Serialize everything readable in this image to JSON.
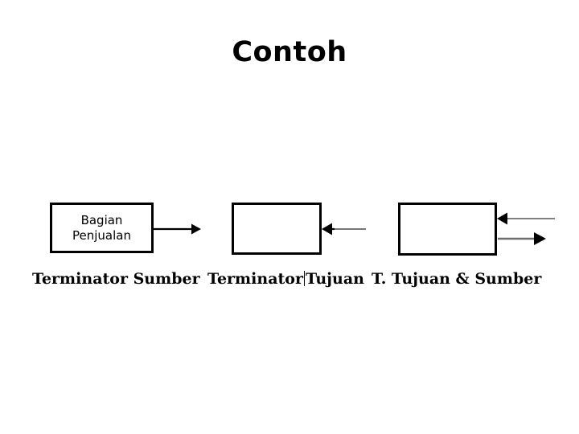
{
  "slide": {
    "title": "Contoh",
    "background_color": "#ffffff",
    "ink_color": "#000000",
    "connector_gray": "#808080"
  },
  "diagram": {
    "boxes": [
      {
        "id": "terminator-sumber",
        "line1": "Bagian",
        "line2": "Penjualan",
        "caption": "Terminator Sumber",
        "arrows": [
          "outgoing-right"
        ]
      },
      {
        "id": "terminator-tujuan",
        "line1": "",
        "line2": "",
        "caption_before_caret": "Terminator",
        "caption_after_caret": "Tujuan",
        "caption": "Terminator Tujuan",
        "arrows": [
          "incoming-from-right"
        ]
      },
      {
        "id": "terminator-tujuan-sumber",
        "line1": "",
        "line2": "",
        "caption": "T. Tujuan & Sumber",
        "arrows": [
          "incoming-from-right",
          "outgoing-right"
        ]
      }
    ]
  }
}
